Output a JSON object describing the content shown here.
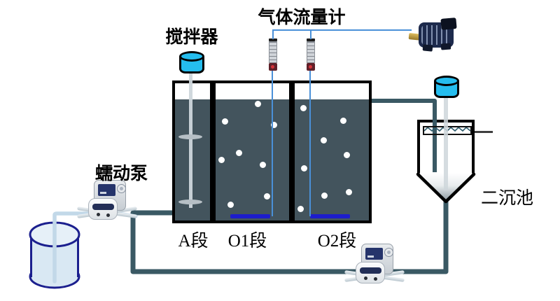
{
  "diagram": {
    "labels": {
      "stirrer": "搅拌器",
      "gas_flow_meter": "气体流量计",
      "peristaltic_pump": "蠕动泵",
      "section_a": "A段",
      "section_o1": "O1段",
      "section_o2": "O2段",
      "secondary_clarifier": "二沉池"
    },
    "equipment": [
      "stirrer-motor",
      "gas-flow-meter-o1",
      "gas-flow-meter-o2",
      "air-compressor",
      "feed-container",
      "peristaltic-pump-feed",
      "peristaltic-pump-sludge-return",
      "reactor-tank-a",
      "reactor-tank-o1",
      "reactor-tank-o2",
      "secondary-clarifier"
    ]
  },
  "colors": {
    "water": "#43545d",
    "pipe": "#3a5964",
    "air_line": "#4a90d8",
    "diffuser": "#1d1dcc",
    "motor_cyan": "#25bdee",
    "container_fill": "#d9e8f3",
    "container_outline": "#1b1f8e",
    "tube": "#c2d8e8"
  }
}
